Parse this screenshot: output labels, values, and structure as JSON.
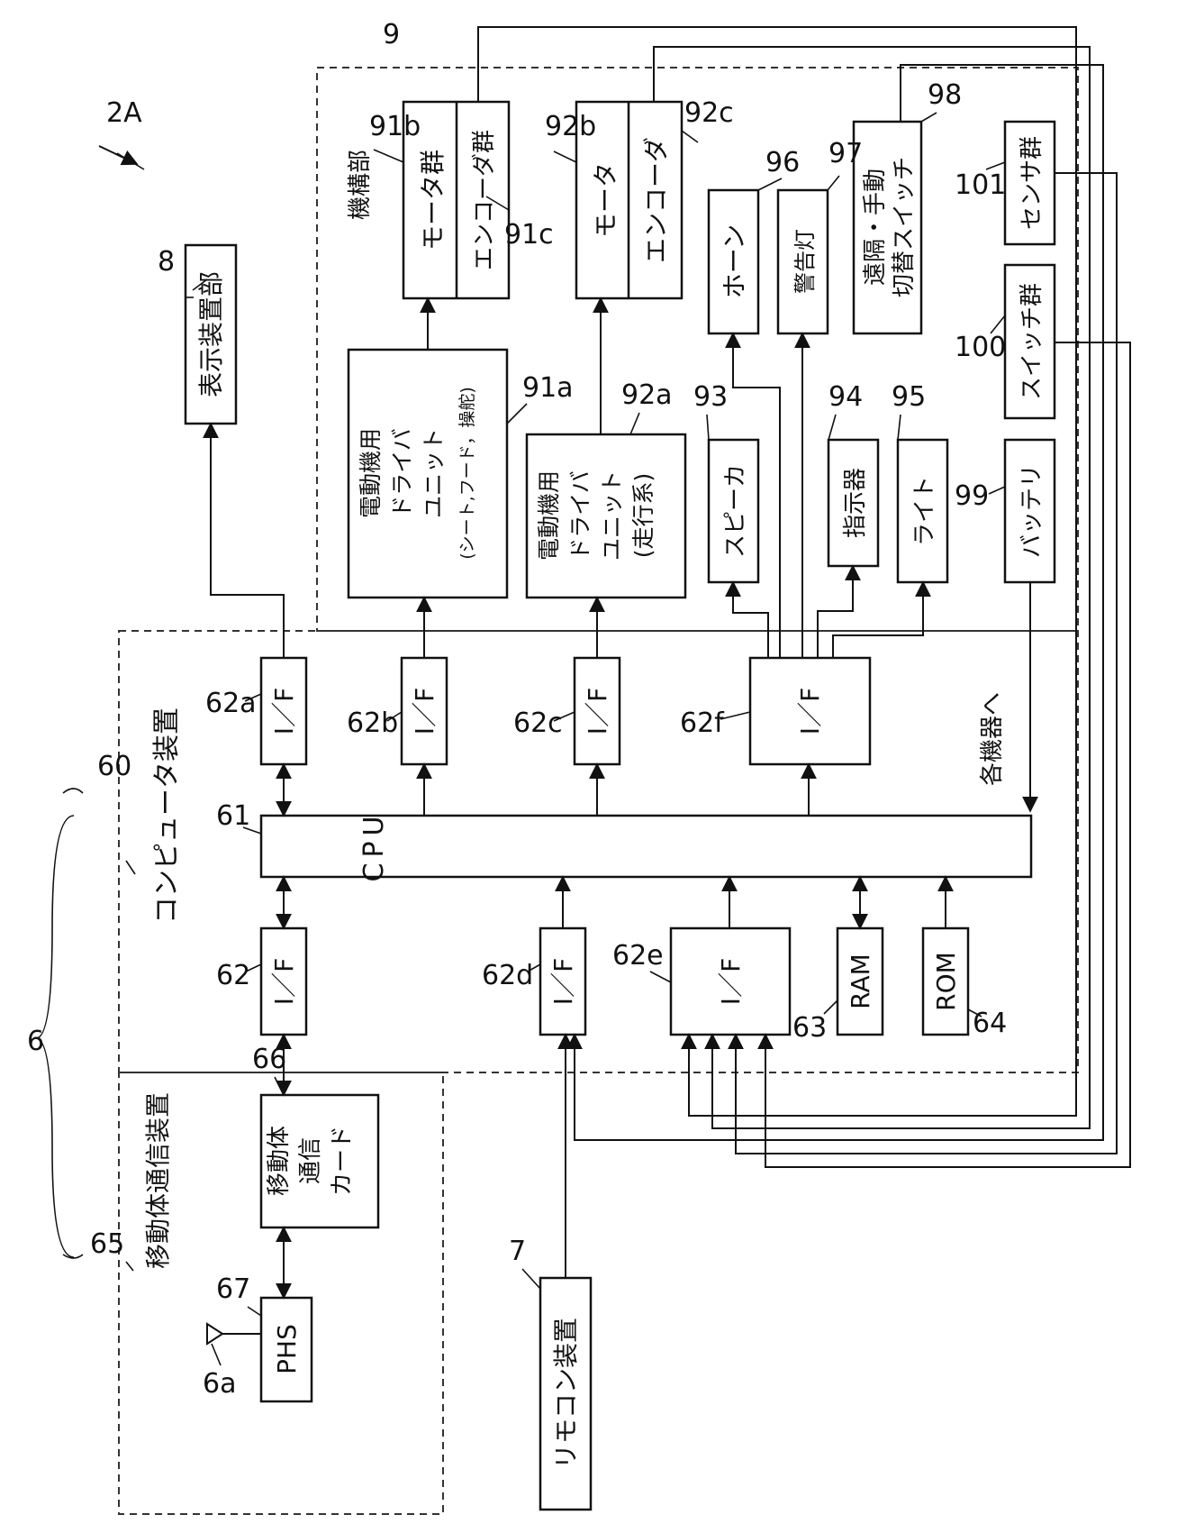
{
  "figure": {
    "label_2a": "2A",
    "group_6": "6",
    "group_60": "60",
    "group_65": "65",
    "group_9": "9"
  },
  "computer": {
    "title": "コンピュータ装置",
    "cpu": {
      "ref": "61",
      "text": "CPU"
    },
    "if_62": {
      "ref": "62",
      "text": "I／F"
    },
    "if_62a": {
      "ref": "62a",
      "text": "I／F"
    },
    "if_62b": {
      "ref": "62b",
      "text": "I／F"
    },
    "if_62c": {
      "ref": "62c",
      "text": "I／F"
    },
    "if_62d": {
      "ref": "62d",
      "text": "I／F"
    },
    "if_62e": {
      "ref": "62e",
      "text": "I／F"
    },
    "if_62f": {
      "ref": "62f",
      "text": "I／F"
    },
    "ram": {
      "ref": "63",
      "text": "RAM"
    },
    "rom": {
      "ref": "64",
      "text": "ROM"
    }
  },
  "mobile": {
    "title": "移動体通信装置",
    "card": {
      "ref": "66",
      "line1": "移動体",
      "line2": "通信",
      "line3": "カード"
    },
    "phs": {
      "ref": "67",
      "text": "PHS"
    },
    "antenna_ref": "6a"
  },
  "remote": {
    "ref": "7",
    "text": "リモコン装置"
  },
  "display": {
    "ref": "8",
    "text": "表示装置部"
  },
  "mechanism": {
    "title": "機構部",
    "driver_seat": {
      "ref": "91a",
      "line1": "電動機用",
      "line2": "ドライバ",
      "line3": "ユニット",
      "line4": "(シート,フード，操舵)"
    },
    "driver_run": {
      "ref": "92a",
      "line1": "電動機用",
      "line2": "ドライバ",
      "line3": "ユニット",
      "line4": "(走行系)"
    },
    "motor_group": {
      "ref": "91b",
      "text": "モータ群"
    },
    "encoder_group": {
      "ref": "91c",
      "text": "エンコーダ群"
    },
    "motor": {
      "ref": "92b",
      "text": "モータ"
    },
    "encoder": {
      "ref": "92c",
      "text": "エンコーダ"
    },
    "speaker": {
      "ref": "93",
      "text": "スピーカ"
    },
    "indicator": {
      "ref": "94",
      "text": "指示器"
    },
    "light": {
      "ref": "95",
      "text": "ライト"
    },
    "horn": {
      "ref": "96",
      "text": "ホーン"
    },
    "warning_light": {
      "ref": "97",
      "text": "警告灯"
    },
    "remote_manual_switch": {
      "ref": "98",
      "line1": "遠隔・手動",
      "line2": "切替スイッチ"
    },
    "battery": {
      "ref": "99",
      "text": "バッテリ"
    },
    "switch_group": {
      "ref": "100",
      "text": "スイッチ群"
    },
    "sensor_group": {
      "ref": "101",
      "text": "センサ群"
    },
    "to_devices": "各機器へ"
  }
}
